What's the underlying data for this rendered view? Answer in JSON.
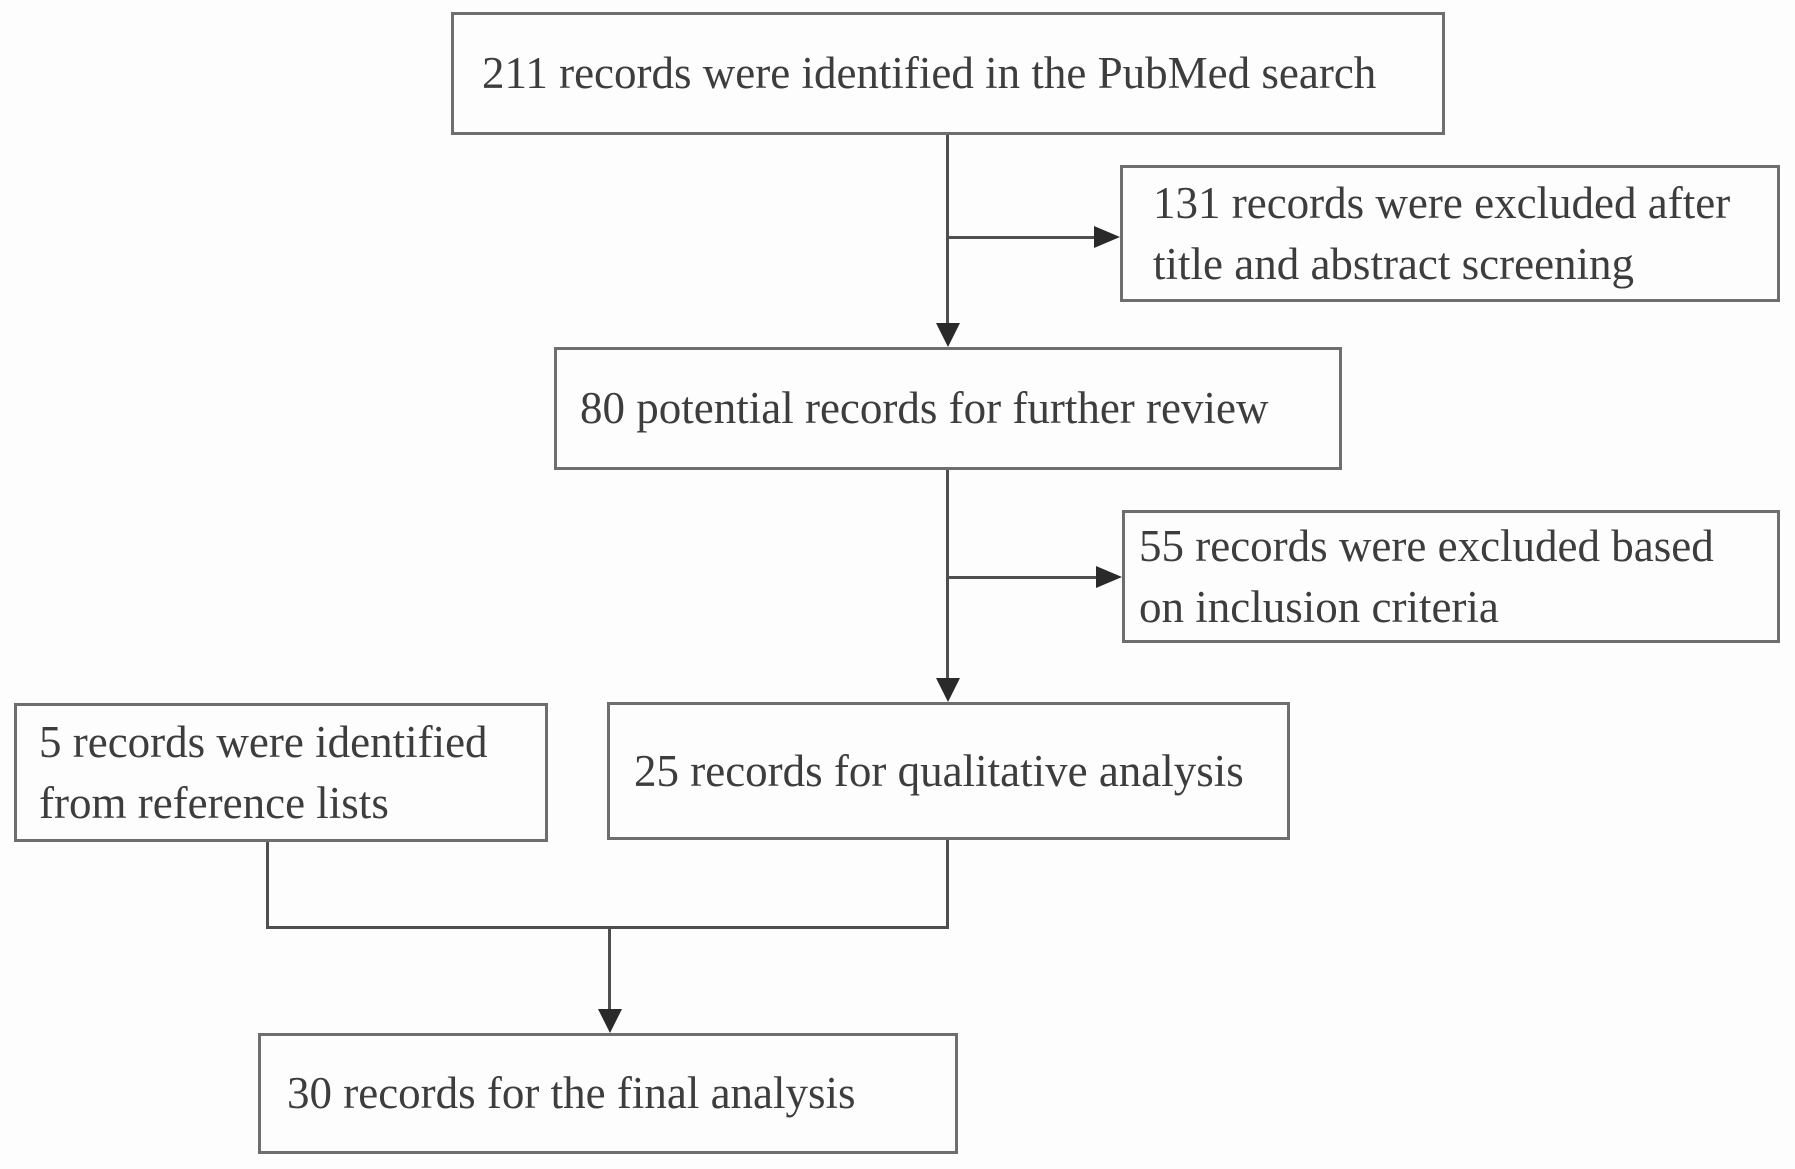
{
  "diagram": {
    "type": "flowchart",
    "description": "Literature screening flow diagram",
    "colors": {
      "background": "#fdfdfd",
      "box_border": "#6e6e6e",
      "text": "#3d3d3d",
      "connector_line": "#4f4f4f",
      "arrowhead": "#2a2a2a"
    },
    "nodes": {
      "identified": {
        "label": "211 records were identified in the PubMed search",
        "lines": [
          "211 records were identified in the PubMed search"
        ]
      },
      "excluded_screening": {
        "label": "131 records were excluded after title and abstract screening",
        "lines": [
          "131 records were excluded after",
          "title and abstract screening"
        ]
      },
      "review": {
        "label": "80 potential records for further review",
        "lines": [
          "80 potential records for further review"
        ]
      },
      "excluded_criteria": {
        "label": "55 records were excluded based on inclusion criteria",
        "lines": [
          "55 records were excluded based",
          "on inclusion criteria"
        ]
      },
      "references": {
        "label": "5 records were identified from reference lists",
        "lines": [
          "5 records were identified",
          "from reference lists"
        ]
      },
      "qualitative": {
        "label": "25 records for qualitative analysis",
        "lines": [
          "25 records for qualitative analysis"
        ]
      },
      "final": {
        "label": "30 records for the final analysis",
        "lines": [
          "30 records for the final analysis"
        ]
      }
    },
    "edges": [
      {
        "from": "identified",
        "to": "review",
        "style": "arrow"
      },
      {
        "from": "identified",
        "to": "excluded_screening",
        "style": "branch-arrow"
      },
      {
        "from": "review",
        "to": "qualitative",
        "style": "arrow"
      },
      {
        "from": "review",
        "to": "excluded_criteria",
        "style": "branch-arrow"
      },
      {
        "from": "references",
        "to": "final",
        "style": "merge-arrow"
      },
      {
        "from": "qualitative",
        "to": "final",
        "style": "merge-arrow"
      }
    ]
  }
}
